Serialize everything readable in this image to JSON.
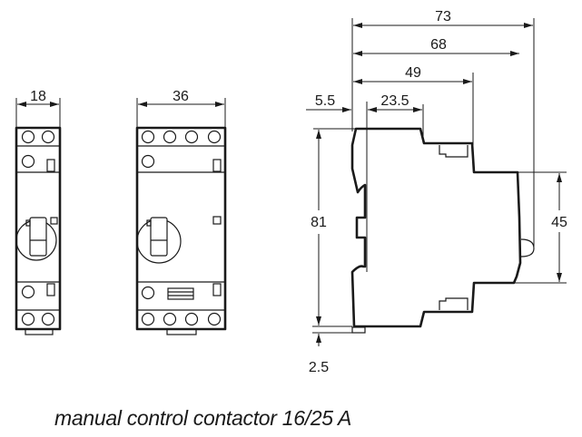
{
  "title": "manual control contactor 16/25 A",
  "colors": {
    "line": "#1a1a1a",
    "background": "#ffffff"
  },
  "front_view_1module": {
    "width_label": "18",
    "top_terminals": 2,
    "bottom_terminals": 2
  },
  "front_view_2module": {
    "width_label": "36",
    "top_terminals": 4,
    "bottom_terminals": 4
  },
  "side_view": {
    "dimensions": {
      "overall_depth": "73",
      "depth_to_front": "68",
      "depth_to_terminal_step": "49",
      "rail_offset": "5.5",
      "first_step": "23.5",
      "height": "81",
      "front_height": "45",
      "clip_height": "2.5"
    }
  }
}
